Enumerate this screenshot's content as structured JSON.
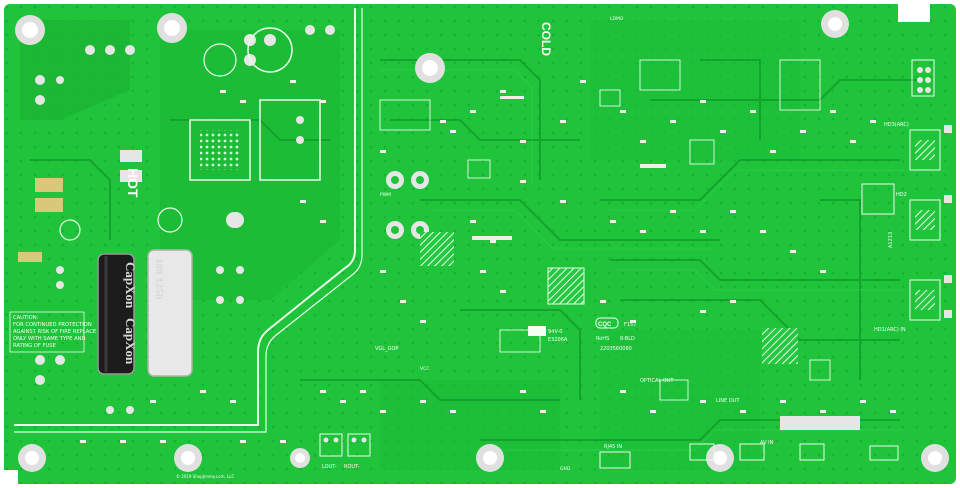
{
  "board": {
    "background": "#ffffff",
    "pcb_color": "#1fc43a",
    "trace_color": "#18a82f",
    "copper_light": "#5fdc6e",
    "pad_color": "#e8e8e8",
    "silkscreen_color": "#f4fff4"
  },
  "labels": {
    "hot": "HOT",
    "cold": "COLD",
    "warning_lines": [
      "CAUTION:",
      "FOR CONTINUED PROTECTION",
      "AGAINST RISK OF FIRE REPLACE",
      "ONLY WITH SAME TYPE AND",
      "RATING OF FUSE"
    ],
    "capacitor_brand_a": "CapXon",
    "capacitor_brand_b": "CapXon",
    "capacitor_rating": "180 1250",
    "cert_code": "94V-0",
    "cert_number": "E3206A",
    "cqc": "CQC",
    "cqc_number": "2203560080",
    "rohs": "RoHS",
    "part_a": "F157",
    "part_b": "8-BLD",
    "vgl_gop": "VGL_GOP",
    "hdmi3": "HD3(ARC)",
    "hdmi2": "HD2",
    "hdmi1": "HD1(ARC) IN",
    "optical_out": "OPTICAL OUT",
    "line_out": "LINE OUT",
    "av_in": "AV IN",
    "rj45_in": "RJ45 IN",
    "lout": "LOUT-",
    "rout": "ROUT-",
    "copyright": "© 2019 ShopJimmy.com, LLC",
    "a": "A1213",
    "ldmo": "LDMO",
    "pwm": "PWM",
    "vcc": "VCC",
    "gnd": "GND"
  }
}
